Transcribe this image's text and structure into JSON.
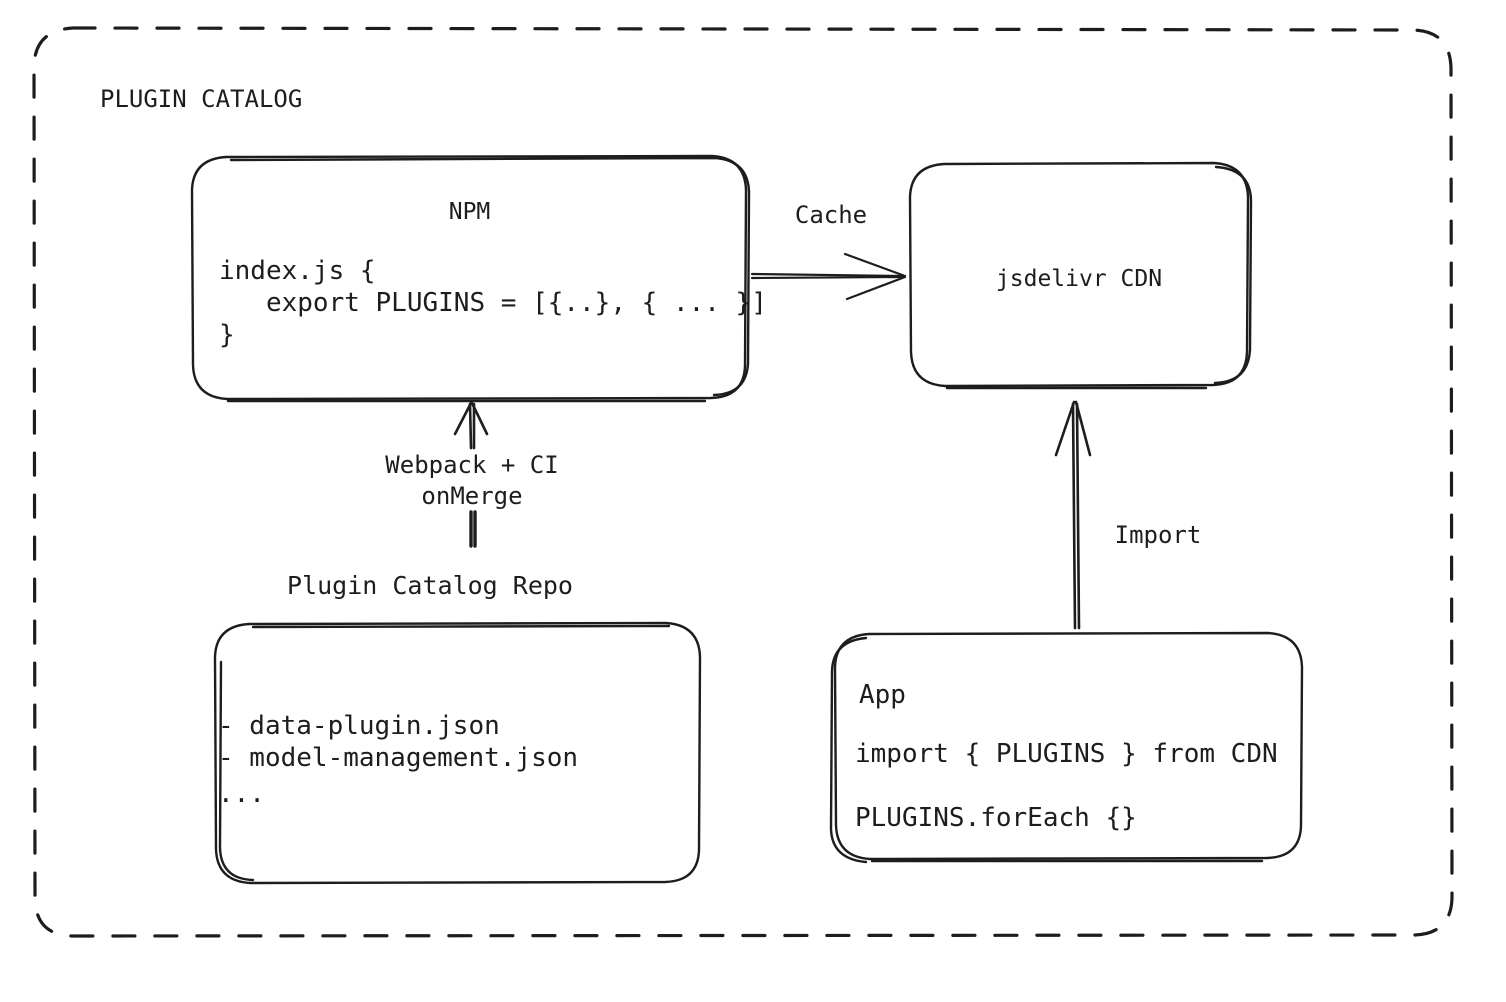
{
  "diagram": {
    "title": "PLUGIN CATALOG",
    "background_color": "#ffffff",
    "stroke_color": "#1d1d1d",
    "text_color": "#1d1d1d",
    "style": "hand-drawn"
  },
  "group_frame": {
    "label": "PLUGIN CATALOG",
    "border_style": "dashed",
    "corner_radius": 38
  },
  "nodes": {
    "npm": {
      "title": "NPM",
      "code_lines": [
        "index.js {",
        "   export PLUGINS = [{..}, { ... }]",
        "}"
      ]
    },
    "cdn": {
      "title": "jsdelivr CDN"
    },
    "repo": {
      "section_label": "Plugin Catalog Repo",
      "lines": [
        "- data-plugin.json",
        "- model-management.json",
        "..."
      ]
    },
    "app": {
      "title": "App",
      "code_lines": [
        "import { PLUGINS } from CDN",
        "PLUGINS.forEach {}"
      ]
    }
  },
  "edges": {
    "cache": {
      "label": "Cache",
      "from": "npm",
      "to": "cdn",
      "direction": "right"
    },
    "build": {
      "label_line1": "Webpack + CI",
      "label_line2": "onMerge",
      "from": "repo",
      "to": "npm",
      "direction": "up"
    },
    "import": {
      "label": "Import",
      "from": "app",
      "to": "cdn",
      "direction": "up"
    }
  }
}
